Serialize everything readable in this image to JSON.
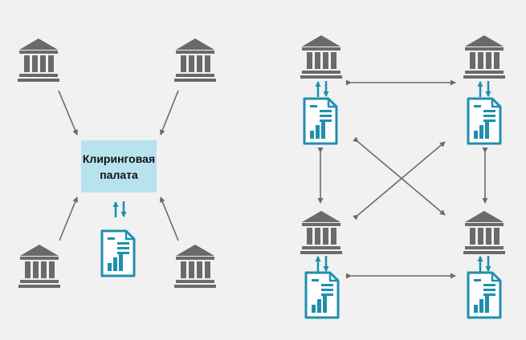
{
  "clearing_house": {
    "line1": "Клиринговая",
    "line2": "палата",
    "fill": "#b7e3ef"
  },
  "colors": {
    "bank": "#6a6a6a",
    "arrow": "#6a6a6a",
    "accent": "#1f8fad",
    "document_fill": "#ffffff"
  },
  "icons": {
    "bank": "bank-building-icon",
    "document": "report-document-icon",
    "exchange": "up-down-arrows-icon"
  },
  "centralized_banks": [
    "bank-top-left",
    "bank-top-right",
    "bank-bottom-left",
    "bank-bottom-right"
  ],
  "decentralized_nodes": [
    "node-top-left",
    "node-top-right",
    "node-bottom-left",
    "node-bottom-right"
  ]
}
